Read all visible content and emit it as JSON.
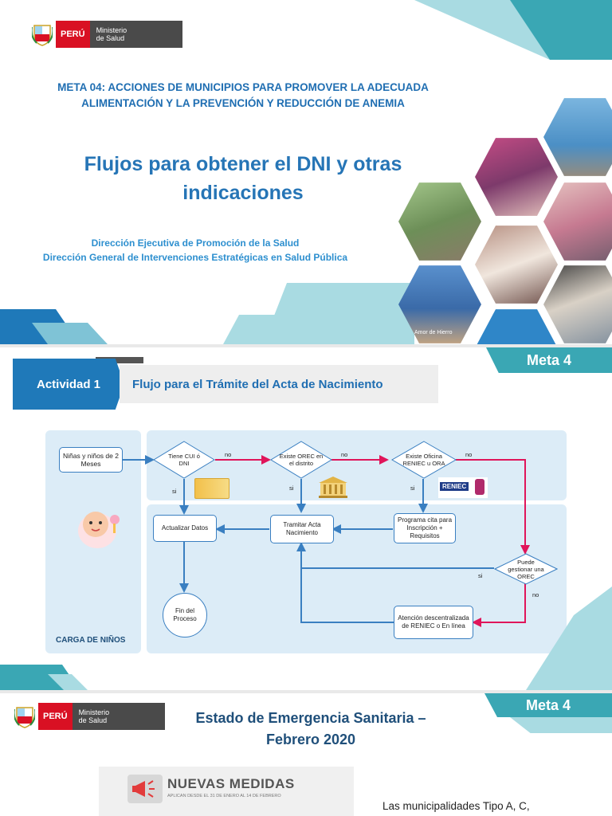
{
  "slide1": {
    "logo": {
      "country": "PERÚ",
      "ministry_line1": "Ministerio",
      "ministry_line2": "de Salud"
    },
    "meta_title_line1": "META 04: ACCIONES DE MUNICIPIOS PARA PROMOVER LA ADECUADA",
    "meta_title_line2": "ALIMENTACIÓN Y LA PREVENCIÓN Y REDUCCIÓN DE ANEMIA",
    "main_title_line1": "Flujos para obtener el DNI y otras",
    "main_title_line2": "indicaciones",
    "direction1": "Dirección Ejecutiva de Promoción de la Salud",
    "direction2": "Dirección General de Intervenciones Estratégicas en Salud Pública",
    "photo_caption": "Amor de Hierro"
  },
  "slide2": {
    "meta_tab": "Meta 4",
    "activity_label": "Actividad 1",
    "activity_title": "Flujo para el Trámite del Acta de Nacimiento",
    "section_label": "CARGA DE NIÑOS",
    "nodes": {
      "start": "Niñas y niños de 2 Meses",
      "q1": "Tiene CUI ó DNI",
      "q2": "Existe OREC en el distrito",
      "q3": "Existe Oficina RENIEC u ORA",
      "update": "Actualizar Datos",
      "tramitar": "Tramitar Acta Nacimiento",
      "programa": "Programa cita para Inscripción + Requisitos",
      "q4": "Puede gestionar una OREC",
      "end": "Fin del Proceso",
      "atencion": "Atención descentralizada de RENIEC o En línea"
    },
    "labels": {
      "no": "no",
      "si": "si"
    },
    "reniec_logo": "RENIEC"
  },
  "slide3": {
    "meta_tab": "Meta 4",
    "logo": {
      "country": "PERÚ",
      "ministry_line1": "Ministerio",
      "ministry_line2": "de Salud"
    },
    "title_line1": "Estado de Emergencia Sanitaria –",
    "title_line2": "Febrero 2020",
    "banner_title": "NUEVAS MEDIDAS",
    "banner_sub": "APLICAN DESDE EL 31 DE ENERO AL 14 DE FEBRERO",
    "body_text": "Las municipalidades Tipo A, C,"
  },
  "colors": {
    "accent_blue": "#1f79b9",
    "teal": "#3aa7b4",
    "red_arrow": "#e0155a",
    "flow_blue": "#3a7fc1"
  }
}
